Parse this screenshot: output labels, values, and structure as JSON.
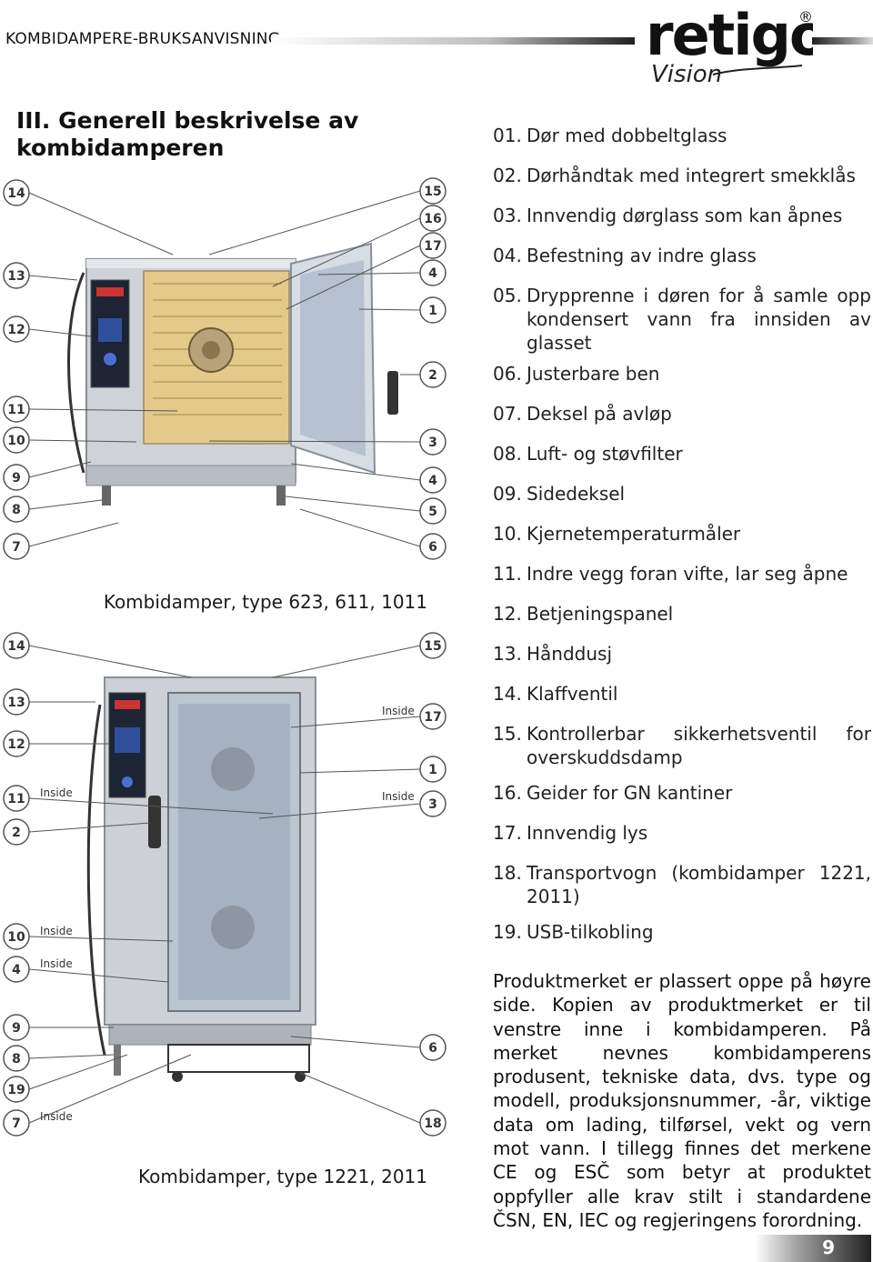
{
  "header": {
    "label": "KOMBIDAMPERE-BRUKSANVISNING"
  },
  "brand": {
    "name": "retigo",
    "sub": "Vision",
    "reg": "®"
  },
  "section": {
    "title": "III. Generell beskrivelse av kombidamperen"
  },
  "figure1": {
    "caption": "Kombidamper, type 623, 611, 1011",
    "markers_left": [
      "14",
      "13",
      "12",
      "11",
      "10",
      "9",
      "8",
      "7"
    ],
    "markers_right": [
      "15",
      "16",
      "17",
      "4",
      "1",
      "2",
      "3",
      "4",
      "5",
      "6"
    ]
  },
  "figure2": {
    "caption": "Kombidamper, type 1221, 2011",
    "markers_left": [
      "14",
      "13",
      "12",
      "11",
      "2",
      "10",
      "4",
      "9",
      "8",
      "19",
      "7"
    ],
    "markers_right": [
      "15",
      "17",
      "1",
      "3",
      "6",
      "18"
    ],
    "inside_label": "Inside"
  },
  "parts": [
    {
      "num": "01.",
      "text": "Dør med dobbeltglass"
    },
    {
      "num": "02.",
      "text": "Dørhåndtak med integrert smekklås"
    },
    {
      "num": "03.",
      "text": "Innvendig dørglass som kan åpnes"
    },
    {
      "num": "04.",
      "text": "Befestning av indre glass"
    },
    {
      "num": "05.",
      "text": "Drypprenne i døren for å samle opp kondensert vann fra innsiden av glasset"
    },
    {
      "num": "06.",
      "text": "Justerbare ben"
    },
    {
      "num": "07.",
      "text": "Deksel på avløp"
    },
    {
      "num": "08.",
      "text": "Luft- og støvfilter"
    },
    {
      "num": "09.",
      "text": "Sidedeksel"
    },
    {
      "num": "10.",
      "text": "Kjernetemperaturmåler"
    },
    {
      "num": "11.",
      "text": "Indre vegg foran vifte, lar seg åpne"
    },
    {
      "num": "12.",
      "text": "Betjeningspanel"
    },
    {
      "num": "13.",
      "text": "Hånddusj"
    },
    {
      "num": "14.",
      "text": "Klaffventil"
    },
    {
      "num": "15.",
      "text": "Kontrollerbar sikkerhetsventil for overskuddsdamp"
    },
    {
      "num": "16.",
      "text": "Geider for GN kantiner"
    },
    {
      "num": "17.",
      "text": "Innvendig lys"
    },
    {
      "num": "18.",
      "text": "Transportvogn (kombidamper 1221, 2011)"
    },
    {
      "num": "19.",
      "text": "USB-tilkobling"
    }
  ],
  "product_text": "Produktmerket er plassert oppe på høyre side. Kopien av produktmerket er til venstre inne i kombidamperen. På merket nevnes kombidamperens produsent, tekniske data, dvs. type og modell, produksjonsnummer, -år, viktige data om lading, tilførsel, vekt og vern mot vann. I tillegg finnes det merkene CE og ESČ som betyr at produktet oppfyller alle krav stilt i standardene ČSN, EN, IEC og regjeringens forordning.",
  "page": {
    "number": "9"
  },
  "colors": {
    "accent": "#1a1a1a",
    "steel": "#c9ccd0",
    "panel": "#1d2433"
  }
}
